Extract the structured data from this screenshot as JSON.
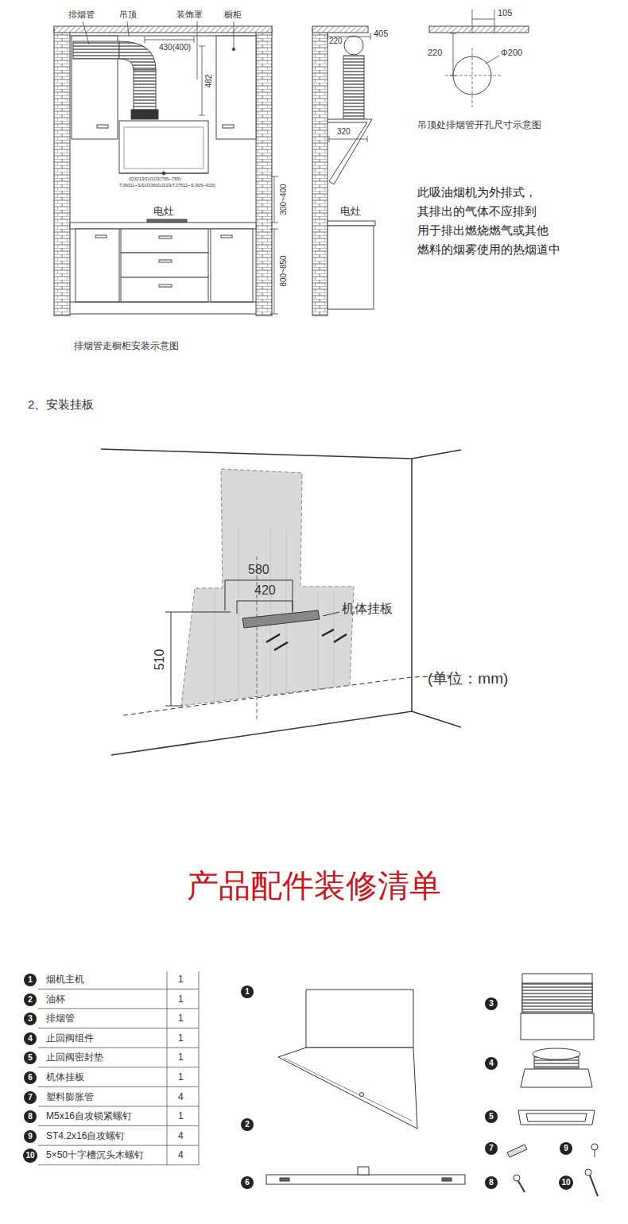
{
  "diagram": {
    "title": "产品配件装修清单",
    "caption": "排烟管走橱柜安装示意图",
    "nodes": [
      {
        "text": [
          "1"
        ]
      },
      {
        "text": [
          "2"
        ]
      },
      {
        "text": [
          "3"
        ]
      },
      {
        "text": [
          "4"
        ]
      },
      {
        "text": [
          "5"
        ]
      },
      {
        "text": [
          "6"
        ]
      },
      {
        "text": [
          "7"
        ]
      },
      {
        "text": [
          "8"
        ]
      },
      {
        "text": [
          "9"
        ]
      },
      {
        "text": [
          "10"
        ]
      },
      {
        "text": [
          "1"
        ]
      },
      {
        "text": [
          "3"
        ]
      },
      {
        "text": [
          "4"
        ]
      },
      {
        "text": [
          "5"
        ]
      },
      {
        "text": [
          "2"
        ]
      },
      {
        "text": [
          "7"
        ]
      },
      {
        "text": [
          "9"
        ]
      },
      {
        "text": [
          "6"
        ]
      },
      {
        "text": [
          "8"
        ]
      },
      {
        "text": [
          "10"
        ]
      }
    ],
    "labels": [
      "排烟管",
      "吊顶",
      "装饰罩",
      "橱柜",
      "430(400)",
      "482",
      "(DJ213/DJ103(755~765)",
      "TJ9011~S/DJ336/DJ319/TJ7511~S,905~915)",
      "电灶",
      "300~400",
      "800~850",
      "405",
      "220",
      "320",
      "电灶",
      "105",
      "220",
      "Φ200",
      "吊顶处排烟管开孔尺寸示意图",
      "此吸油烟机为外排式， 其排出的气体不应排到 用于排出燃烧燃气或其他 燃料的烟雾使用的热烟道中",
      "2、安装挂板",
      "580",
      "420",
      "510",
      "机体挂板",
      "(单位：mm)",
      "烟机主机",
      "油杯",
      "排烟管",
      "止回阀组件",
      "止回阀密封垫",
      "机体挂板",
      "塑料膨胀管",
      "M5x16自攻锁紧螺钉",
      "ST4.2x16自攻螺钉",
      "5×50十字槽沉头木螺钉",
      "1",
      "1",
      "1",
      "1",
      "1",
      "1",
      "4",
      "1",
      "4",
      "4"
    ]
  }
}
